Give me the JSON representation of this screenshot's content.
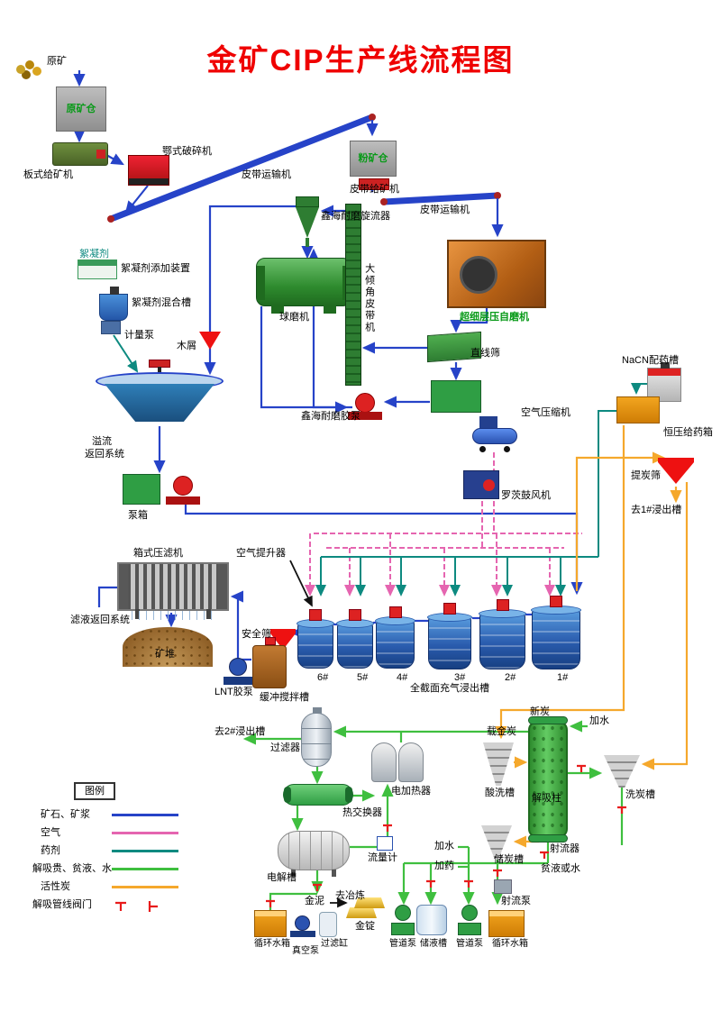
{
  "title": "金矿CIP生产线流程图",
  "labels": {
    "raw_ore": "原矿",
    "raw_ore_bin": "原矿仓",
    "plate_feeder": "板式给矿机",
    "jaw_crusher": "鄂式破碎机",
    "belt_conveyor_1": "皮带运输机",
    "fine_ore_bin": "粉矿仓",
    "belt_feeder": "皮带给矿机",
    "belt_conveyor_2": "皮带运输机",
    "cyclone": "鑫海耐磨旋流器",
    "flocculant": "絮凝剂",
    "flocculant_adder": "絮凝剂添加装置",
    "flocculant_mixer": "絮凝剂混合槽",
    "metering_pump": "计量泵",
    "ball_mill": "球磨机",
    "incline_belt": "大倾角皮带机",
    "autogenous_mill": "超细层压自磨机",
    "linear_screen": "直线筛",
    "wood_chips": "木屑",
    "slurry_pump": "鑫海耐磨胶泵",
    "overflow_return_1": "溢流",
    "overflow_return_2": "返回系统",
    "pump_box": "泵箱",
    "air_compressor": "空气压缩机",
    "nacn_tank": "NaCN配药槽",
    "dosing_box": "恒压给药箱",
    "roots_blower": "罗茨鼓风机",
    "carbon_screen": "提炭筛",
    "to_tank1": "去1#浸出槽",
    "filter_press": "箱式压滤机",
    "air_lifter": "空气提升器",
    "filtrate_return": "滤液返回系统",
    "ore_pile": "矿堆",
    "safety_screen": "安全筛",
    "lnt_pump": "LNT胶泵",
    "buffer_tank": "缓冲搅拌槽",
    "leach_tanks_label": "全截面充气浸出槽",
    "to_tank2": "去2#浸出槽",
    "filter": "过滤器",
    "electric_heater": "电加热器",
    "heat_exchanger": "热交换器",
    "electrolysis_cell": "电解槽",
    "flow_meter": "流量计",
    "loaded_carbon": "载金炭",
    "new_carbon": "新炭",
    "acid_wash_tank": "酸洗槽",
    "desorption_column": "解吸柱",
    "add_water_top": "加水",
    "carbon_wash_tank": "洗炭槽",
    "jet_device": "射流器",
    "lean_liquid": "贫液或水",
    "carbon_storage": "储炭槽",
    "add_water_mid": "加水",
    "add_reagent": "加药",
    "gold_mud": "金泥",
    "to_smelting": "去冶炼",
    "gold_ingot": "金锭",
    "jet_pump": "射流泵",
    "circ_water_tank_left": "循环水箱",
    "vacuum_pump": "真空泵",
    "filter_tank": "过滤缸",
    "pipe_pump_left": "管道泵",
    "liquid_storage": "储液槽",
    "pipe_pump_right": "管道泵",
    "circ_water_tank_right": "循环水箱"
  },
  "tanks": [
    "6#",
    "5#",
    "4#",
    "3#",
    "2#",
    "1#"
  ],
  "legend": {
    "title": "图例",
    "items": [
      {
        "label": "矿石、矿浆",
        "key": "ore",
        "color": "#2643c8"
      },
      {
        "label": "空气",
        "key": "air",
        "color": "#e565b0"
      },
      {
        "label": "药剂",
        "key": "reagent",
        "color": "#0d8a80"
      },
      {
        "label": "解吸贵、贫液、水",
        "key": "liquid",
        "color": "#3fbf3f"
      },
      {
        "label": "活性炭",
        "key": "carbon",
        "color": "#f5a82c"
      },
      {
        "label": "解吸管线阀门",
        "key": "valve",
        "color": "#e81c1c"
      }
    ]
  }
}
